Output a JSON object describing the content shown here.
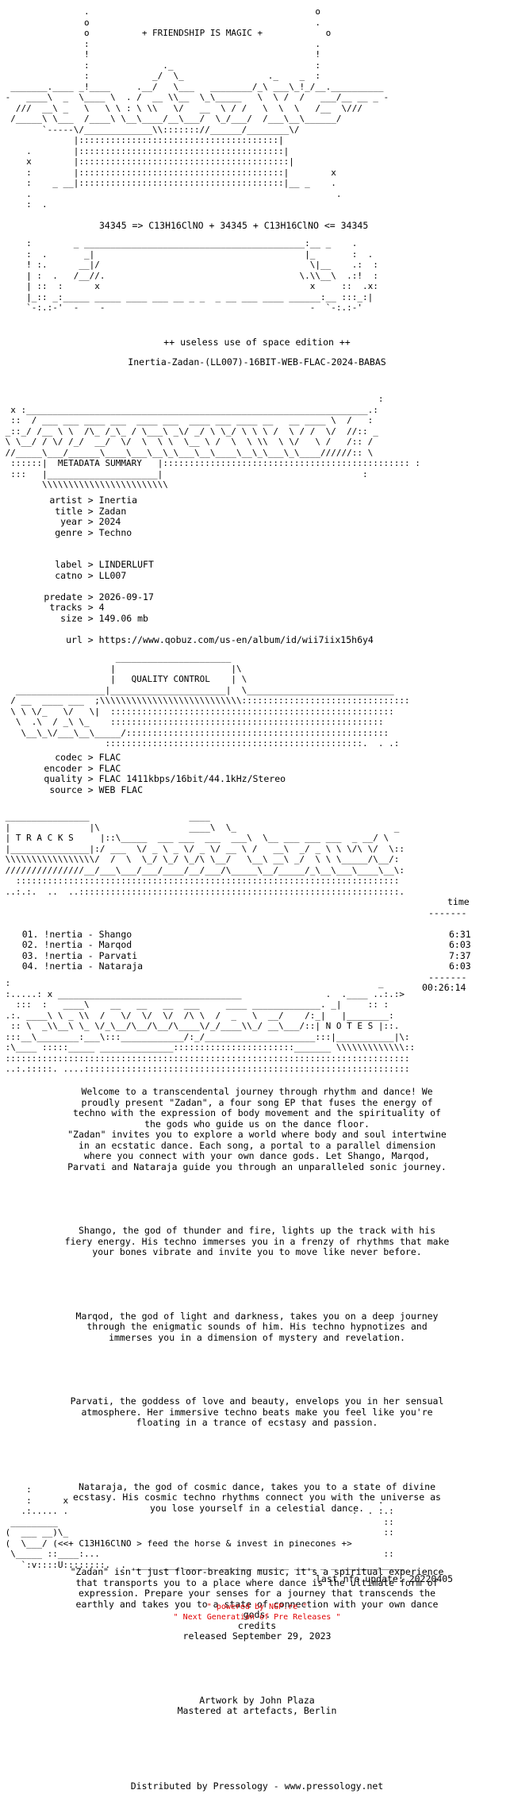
{
  "header": {
    "banner": "+ FRIENDSHIP IS MAGIC +",
    "formula": "34345 => C13H16ClNO + 34345 + C13H16ClNO <= 34345",
    "edition": "++ useless use of space edition ++",
    "release_name": "Inertia-Zadan-(LL007)-16BIT-WEB-FLAC-2024-BABAS"
  },
  "metadata": {
    "section_title": "METADATA SUMMARY",
    "artist_label": "artist",
    "artist": "Inertia",
    "title_label": "title",
    "title": "Zadan",
    "year_label": "year",
    "year": "2024",
    "genre_label": "genre",
    "genre": "Techno",
    "label_label": "label",
    "label": "LINDERLUFT",
    "catno_label": "catno",
    "catno": "LL007",
    "predate_label": "predate",
    "predate": "2026-09-17",
    "tracks_label": "tracks",
    "tracks": "4",
    "size_label": "size",
    "size": "149.06 mb",
    "url_label": "url",
    "url": "https://www.qobuz.com/us-en/album/id/wii7iix15h6y4"
  },
  "quality": {
    "section_title": "QUALITY CONTROL",
    "codec_label": "codec",
    "codec": "FLAC",
    "encoder_label": "encoder",
    "encoder": "FLAC",
    "quality_label": "quality",
    "quality": "FLAC 1411kbps/16bit/44.1kHz/Stereo",
    "source_label": "source",
    "source": "WEB FLAC"
  },
  "tracks": {
    "section_title": "T R A C K S",
    "time_header": "time",
    "list": [
      {
        "no": "01.",
        "name": "!nertia - Shango",
        "time": "6:31"
      },
      {
        "no": "02.",
        "name": "!nertia - Marqod",
        "time": "6:03"
      },
      {
        "no": "03.",
        "name": "!nertia - Parvati",
        "time": "7:37"
      },
      {
        "no": "04.",
        "name": "!nertia - Nataraja",
        "time": "6:03"
      }
    ],
    "total": "00:26:14"
  },
  "notes": {
    "section_title": "N O T E S",
    "p1": "Welcome to a transcendental journey through rhythm and dance! We\nproudly present \"Zadan\", a four song EP that fuses the energy of\ntechno with the expression of body movement and the spirituality of\nthe gods who guide us on the dance floor.\n\"Zadan\" invites you to explore a world where body and soul intertwine\nin an ecstatic dance. Each song, a portal to a parallel dimension\nwhere you connect with your own dance gods. Let Shango, Marqod,\nParvati and Nataraja guide you through an unparalleled sonic journey.",
    "p2": "Shango, the god of thunder and fire, lights up the track with his\nfiery energy. His techno immerses you in a frenzy of rhythms that make\nyour bones vibrate and invite you to move like never before.",
    "p3": "Marqod, the god of light and darkness, takes you on a deep journey\nthrough the enigmatic sounds of him. His techno hypnotizes and\nimmerses you in a dimension of mystery and revelation.",
    "p4": "Parvati, the goddess of love and beauty, envelops you in her sensual\natmosphere. Her immersive techno beats make you feel like you're\nfloating in a trance of ecstasy and passion.",
    "p5": "Nataraja, the god of cosmic dance, takes you to a state of divine\necstasy. His cosmic techno rhythms connect you with the universe as\nyou lose yourself in a celestial dance.",
    "p6": "\"Zadan\" isn't just floor-breaking music, it's a spiritual experience\nthat transports you to a place where dance is the ultimate form of\nexpression. Prepare your senses for a journey that transcends the\nearthly and takes you to a state of connection with your own dance\ngods.\ncredits\nreleased September 29, 2023",
    "p7": "Artwork by John Plaza\nMastered at artefacts, Berlin",
    "p8": "Distributed by Pressology - www.pressology.net"
  },
  "closing": {
    "tagline": "<<+ C13H16ClNO > feed the horse & invest in pinecones +>",
    "last_update": "last nfo update: 20220405"
  },
  "footer": {
    "line1": "\" powered by NGP.re \"",
    "line2": "\" Next Generation of Pre Releases \""
  }
}
